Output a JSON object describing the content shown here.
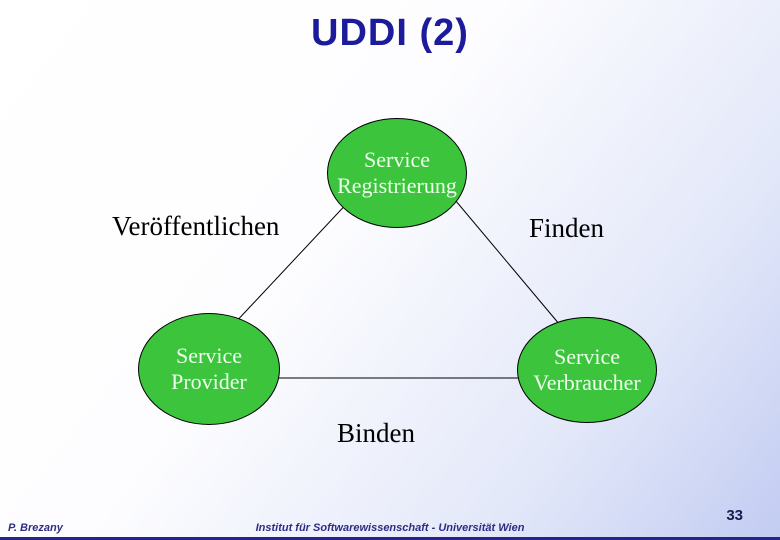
{
  "slide": {
    "title": "UDDI (2)"
  },
  "diagram": {
    "nodes": [
      {
        "id": "service-registry",
        "line1": "Service",
        "line2": "Registrierung"
      },
      {
        "id": "service-provider",
        "line1": "Service",
        "line2": "Provider"
      },
      {
        "id": "service-consumer",
        "line1": "Service",
        "line2": "Verbraucher"
      }
    ],
    "edge_labels": {
      "publish": "Veröffentlichen",
      "find": "Finden",
      "bind": "Binden"
    }
  },
  "footer": {
    "author": "P. Brezany",
    "institute": "Institut für Softwarewissenschaft - Universität Wien",
    "page_number": "33"
  },
  "colors": {
    "title_text": "#1b1b9b",
    "node_fill": "#3dc43d",
    "node_border": "#000000",
    "node_text": "#edffed",
    "edge_line": "#000000",
    "edge_label_text": "#000000",
    "footer_text": "#2d2d86",
    "page_number_text": "#1a1a4e",
    "bottom_bar": "#24248c",
    "background_start": "#ffffff",
    "background_end": "#c2ccf2"
  }
}
